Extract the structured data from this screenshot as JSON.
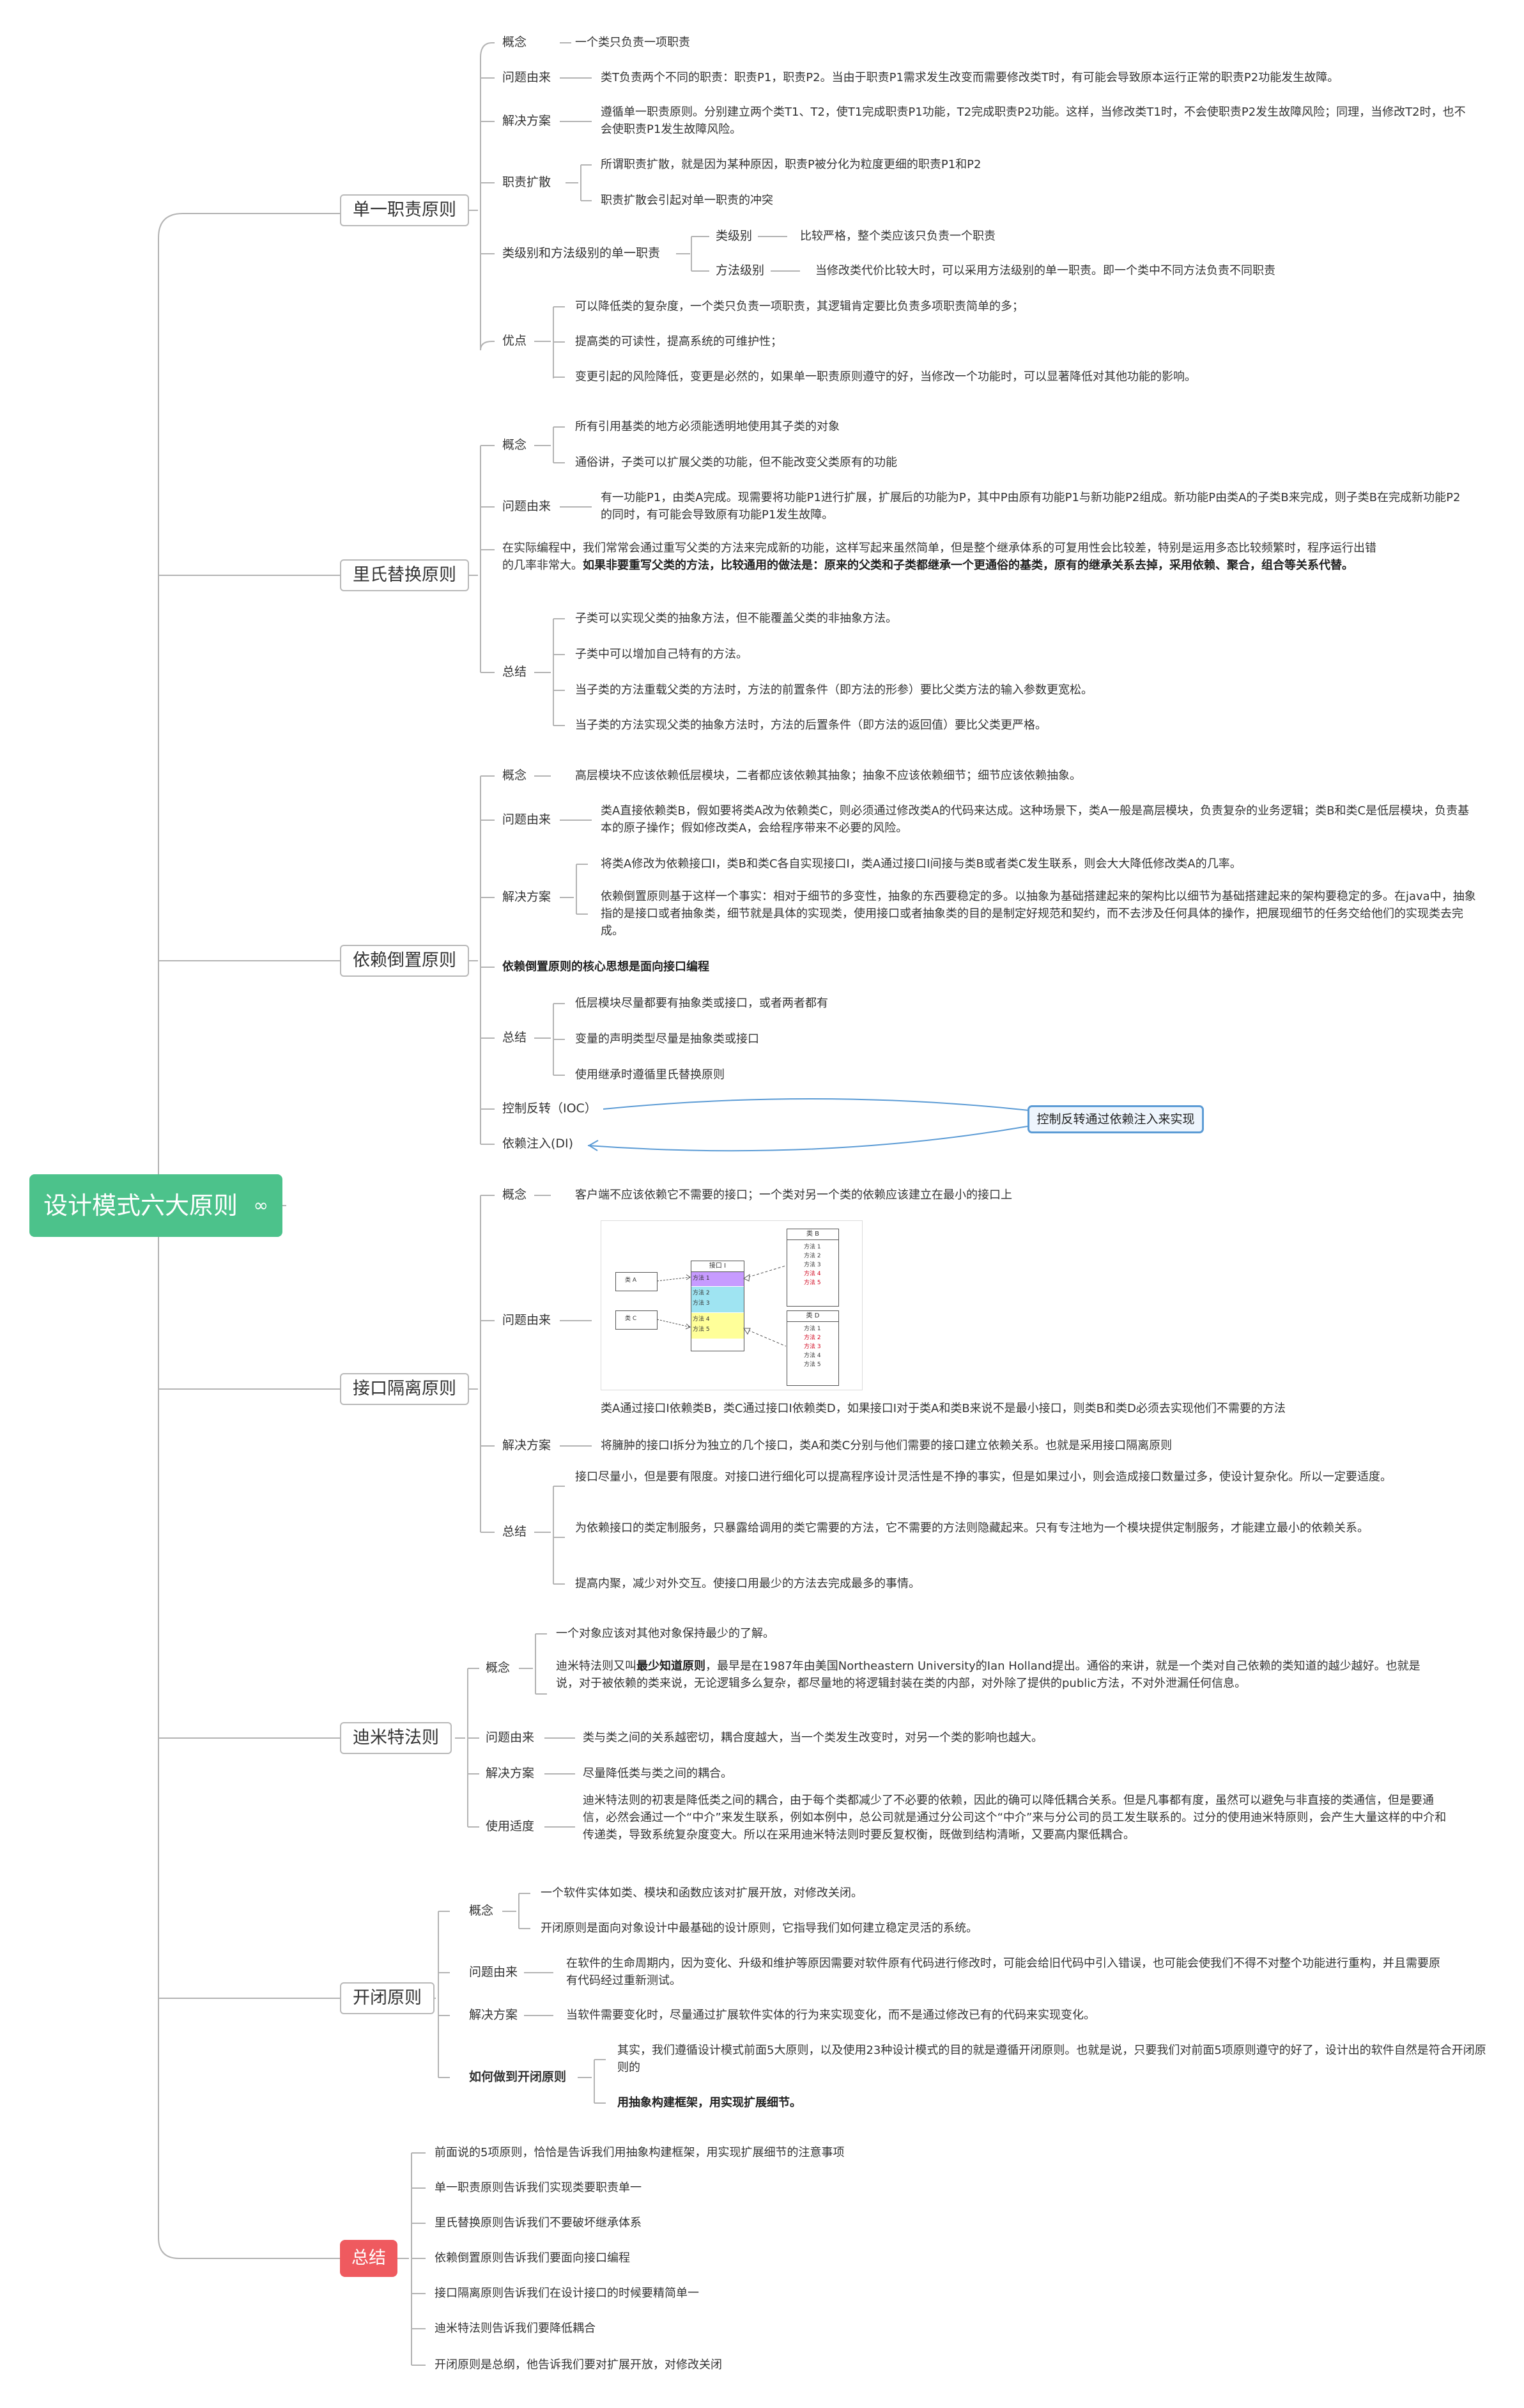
{
  "root": {
    "title": "设计模式六大原则",
    "link_icon": "∞"
  },
  "branches": {
    "srp": "单一职责原则",
    "lsp": "里氏替换原则",
    "dip": "依赖倒置原则",
    "isp": "接口隔离原则",
    "lod": "迪米特法则",
    "ocp": "开闭原则",
    "summary": "总结"
  },
  "srp": {
    "l_concept": "概念",
    "concept": "一个类只负责一项职责",
    "l_problem": "问题由来",
    "problem": "类T负责两个不同的职责：职责P1，职责P2。当由于职责P1需求发生改变而需要修改类T时，有可能会导致原本运行正常的职责P2功能发生故障。",
    "l_solution": "解决方案",
    "solution": "遵循单一职责原则。分别建立两个类T1、T2，使T1完成职责P1功能，T2完成职责P2功能。这样，当修改类T1时，不会使职责P2发生故障风险；同理，当修改T2时，也不会使职责P1发生故障风险。",
    "l_expand": "职责扩散",
    "expand1": "所谓职责扩散，就是因为某种原因，职责P被分化为粒度更细的职责P1和P2",
    "expand2": "职责扩散会引起对单一职责的冲突",
    "l_level": "类级别和方法级别的单一职责",
    "l_classlevel": "类级别",
    "classlevel": "比较严格，整个类应该只负责一个职责",
    "l_methodlevel": "方法级别",
    "methodlevel": "当修改类代价比较大时，可以采用方法级别的单一职责。即一个类中不同方法负责不同职责",
    "l_adv": "优点",
    "adv1": "可以降低类的复杂度，一个类只负责一项职责，其逻辑肯定要比负责多项职责简单的多；",
    "adv2": "提高类的可读性，提高系统的可维护性；",
    "adv3": "变更引起的风险降低，变更是必然的，如果单一职责原则遵守的好，当修改一个功能时，可以显著降低对其他功能的影响。"
  },
  "lsp": {
    "l_concept": "概念",
    "concept1": "所有引用基类的地方必须能透明地使用其子类的对象",
    "concept2": "通俗讲，子类可以扩展父类的功能，但不能改变父类原有的功能",
    "l_problem": "问题由来",
    "problem": "有一功能P1，由类A完成。现需要将功能P1进行扩展，扩展后的功能为P，其中P由原有功能P1与新功能P2组成。新功能P由类A的子类B来完成，则子类B在完成新功能P2的同时，有可能会导致原有功能P1发生故障。",
    "note_plain": "在实际编程中，我们常常会通过重写父类的方法来完成新的功能，这样写起来虽然简单，但是整个继承体系的可复用性会比较差，特别是运用多态比较频繁时，程序运行出错的几率非常大。",
    "note_bold": "如果非要重写父类的方法，比较通用的做法是：原来的父类和子类都继承一个更通俗的基类，原有的继承关系去掉，采用依赖、聚合，组合等关系代替。",
    "l_summary": "总结",
    "sum1": "子类可以实现父类的抽象方法，但不能覆盖父类的非抽象方法。",
    "sum2": "子类中可以增加自己特有的方法。",
    "sum3": "当子类的方法重载父类的方法时，方法的前置条件（即方法的形参）要比父类方法的输入参数更宽松。",
    "sum4": "当子类的方法实现父类的抽象方法时，方法的后置条件（即方法的返回值）要比父类更严格。"
  },
  "dip": {
    "l_concept": "概念",
    "concept": "高层模块不应该依赖低层模块，二者都应该依赖其抽象；抽象不应该依赖细节；细节应该依赖抽象。",
    "l_problem": "问题由来",
    "problem": "类A直接依赖类B，假如要将类A改为依赖类C，则必须通过修改类A的代码来达成。这种场景下，类A一般是高层模块，负责复杂的业务逻辑；类B和类C是低层模块，负责基本的原子操作；假如修改类A，会给程序带来不必要的风险。",
    "l_solution": "解决方案",
    "sol1": "将类A修改为依赖接口I，类B和类C各自实现接口I，类A通过接口I间接与类B或者类C发生联系，则会大大降低修改类A的几率。",
    "sol2": "依赖倒置原则基于这样一个事实：相对于细节的多变性，抽象的东西要稳定的多。以抽象为基础搭建起来的架构比以细节为基础搭建起来的架构要稳定的多。在java中，抽象指的是接口或者抽象类，细节就是具体的实现类，使用接口或者抽象类的目的是制定好规范和契约，而不去涉及任何具体的操作，把展现细节的任务交给他们的实现类去完成。",
    "core": "依赖倒置原则的核心思想是面向接口编程",
    "l_summary": "总结",
    "sum1": "低层模块尽量都要有抽象类或接口，或者两者都有",
    "sum2": "变量的声明类型尽量是抽象类或接口",
    "sum3": "使用继承时遵循里氏替换原则",
    "ioc": "控制反转（IOC）",
    "di": "依赖注入(DI)",
    "callout": "控制反转通过依赖注入来实现"
  },
  "isp": {
    "l_concept": "概念",
    "concept": "客户端不应该依赖它不需要的接口；一个类对另一个类的依赖应该建立在最小的接口上",
    "l_problem": "问题由来",
    "problem": "类A通过接口I依赖类B，类C通过接口I依赖类D，如果接口I对于类A和类B来说不是最小接口，则类B和类D必须去实现他们不需要的方法",
    "l_solution": "解决方案",
    "solution": "将臃肿的接口I拆分为独立的几个接口，类A和类C分别与他们需要的接口建立依赖关系。也就是采用接口隔离原则",
    "l_summary": "总结",
    "sum1": "接口尽量小，但是要有限度。对接口进行细化可以提高程序设计灵活性是不挣的事实，但是如果过小，则会造成接口数量过多，使设计复杂化。所以一定要适度。",
    "sum2": "为依赖接口的类定制服务，只暴露给调用的类它需要的方法，它不需要的方法则隐藏起来。只有专注地为一个模块提供定制服务，才能建立最小的依赖关系。",
    "sum3": "提高内聚，减少对外交互。使接口用最少的方法去完成最多的事情。",
    "diagram": {
      "class_a": "类 A",
      "class_c": "类 C",
      "interface": "接口 I",
      "iface_methods": [
        "方法 1",
        "方法 2",
        "方法 3",
        "方法 4",
        "方法 5"
      ],
      "class_b": "类 B",
      "class_b_methods": [
        "方法 1",
        "方法 2",
        "方法 3",
        "方法 4",
        "方法 5"
      ],
      "class_b_red": [
        false,
        false,
        false,
        true,
        true
      ],
      "class_d": "类 D",
      "class_d_methods": [
        "方法 1",
        "方法 2",
        "方法 3",
        "方法 4",
        "方法 5"
      ],
      "class_d_red": [
        false,
        true,
        true,
        false,
        false
      ],
      "colors": {
        "m1": "#c79bff",
        "m23": "#9fe4f2",
        "m45": "#ffff99",
        "red": "#d0021b"
      }
    }
  },
  "lod": {
    "l_concept": "概念",
    "concept1": "一个对象应该对其他对象保持最少的了解。",
    "concept2_pre": "迪米特法则又叫",
    "concept2_bold": "最少知道原则",
    "concept2_post": "，最早是在1987年由美国Northeastern University的Ian Holland提出。通俗的来讲，就是一个类对自己依赖的类知道的越少越好。也就是说，对于被依赖的类来说，无论逻辑多么复杂，都尽量地的将逻辑封装在类的内部，对外除了提供的public方法，不对外泄漏任何信息。",
    "l_problem": "问题由来",
    "problem": "类与类之间的关系越密切，耦合度越大，当一个类发生改变时，对另一个类的影响也越大。",
    "l_solution": "解决方案",
    "solution": "尽量降低类与类之间的耦合。",
    "l_usage": "使用适度",
    "usage": "迪米特法则的初衷是降低类之间的耦合，由于每个类都减少了不必要的依赖，因此的确可以降低耦合关系。但是凡事都有度，虽然可以避免与非直接的类通信，但是要通信，必然会通过一个“中介”来发生联系，例如本例中，总公司就是通过分公司这个“中介”来与分公司的员工发生联系的。过分的使用迪米特原则，会产生大量这样的中介和传递类，导致系统复杂度变大。所以在采用迪米特法则时要反复权衡，既做到结构清晰，又要高内聚低耦合。"
  },
  "ocp": {
    "l_concept": "概念",
    "concept1": "一个软件实体如类、模块和函数应该对扩展开放，对修改关闭。",
    "concept2": "开闭原则是面向对象设计中最基础的设计原则，它指导我们如何建立稳定灵活的系统。",
    "l_problem": "问题由来",
    "problem": "在软件的生命周期内，因为变化、升级和维护等原因需要对软件原有代码进行修改时，可能会给旧代码中引入错误，也可能会使我们不得不对整个功能进行重构，并且需要原有代码经过重新测试。",
    "l_solution": "解决方案",
    "solution": "当软件需要变化时，尽量通过扩展软件实体的行为来实现变化，而不是通过修改已有的代码来实现变化。",
    "l_how": "如何做到开闭原则",
    "how1": "其实，我们遵循设计模式前面5大原则，以及使用23种设计模式的目的就是遵循开闭原则。也就是说，只要我们对前面5项原则遵守的好了，设计出的软件自然是符合开闭原则的",
    "how2": "用抽象构建框架，用实现扩展细节。"
  },
  "summary": {
    "items": [
      "前面说的5项原则，恰恰是告诉我们用抽象构建框架，用实现扩展细节的注意事项",
      "单一职责原则告诉我们实现类要职责单一",
      "里氏替换原则告诉我们不要破坏继承体系",
      "依赖倒置原则告诉我们要面向接口编程",
      "接口隔离原则告诉我们在设计接口的时候要精简单一",
      "迪米特法则告诉我们要降低耦合",
      "开闭原则是总纲，他告诉我们要对扩展开放，对修改关闭"
    ]
  }
}
